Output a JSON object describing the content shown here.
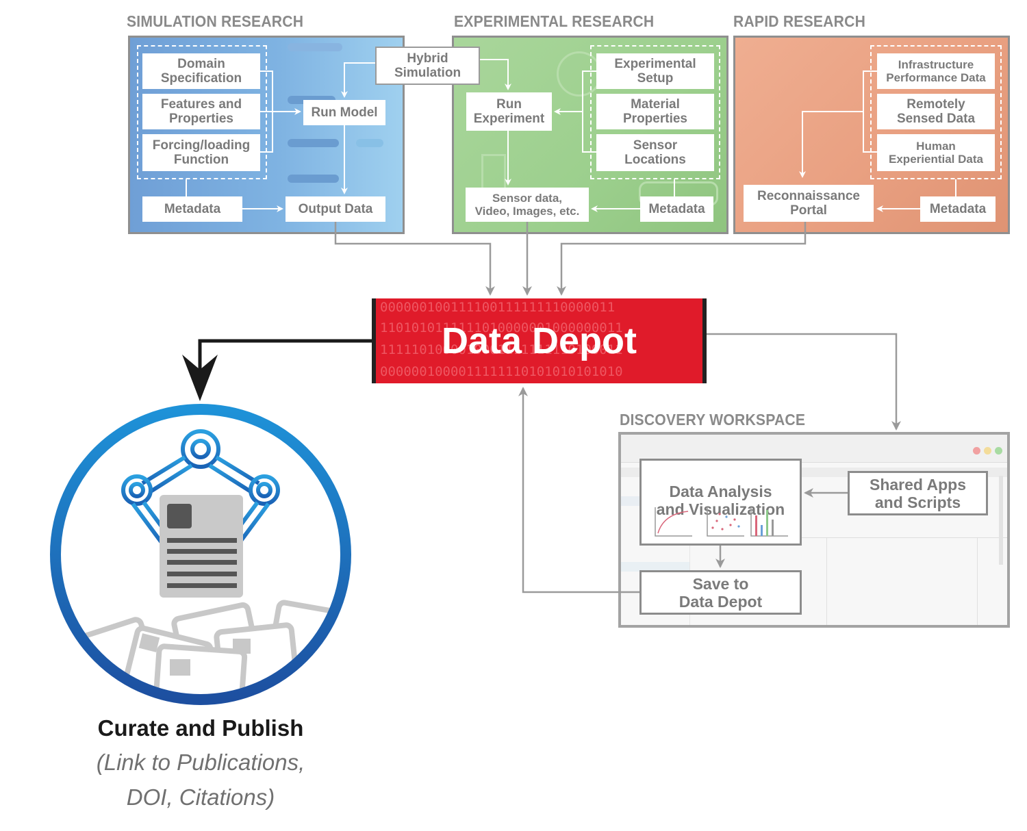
{
  "sections": {
    "simulation": {
      "title": "SIMULATION RESEARCH",
      "domain_spec": "Domain\nSpecification",
      "features": "Features and\nProperties",
      "forcing": "Forcing/loading\nFunction",
      "metadata": "Metadata",
      "run_model": "Run Model",
      "output_data": "Output Data"
    },
    "hybrid": "Hybrid\nSimulation",
    "experimental": {
      "title": "EXPERIMENTAL RESEARCH",
      "experimental_setup": "Experimental\nSetup",
      "material_properties": "Material\nProperties",
      "sensor_locations": "Sensor\nLocations",
      "run_experiment": "Run\nExperiment",
      "sensor_data": "Sensor data,\nVideo, Images, etc.",
      "metadata": "Metadata"
    },
    "rapid": {
      "title": "RAPID RESEARCH",
      "infrastructure": "Infrastructure\nPerformance Data",
      "remotely_sensed": "Remotely\nSensed Data",
      "human_experiential": "Human\nExperiential Data",
      "recon_portal": "Reconnaissance\nPortal",
      "metadata": "Metadata"
    }
  },
  "data_depot": {
    "label": "Data Depot",
    "binary_rows": [
      "000000100111100111111110000011",
      "1101010111111010000001000000011",
      "1111101000010001111111110100011",
      "0000001000011111110101010101010"
    ]
  },
  "workspace": {
    "title": "DISCOVERY WORKSPACE",
    "analysis": "Data Analysis\nand Visualization",
    "shared_apps": "Shared Apps\nand Scripts",
    "save": "Save to\nData Depot"
  },
  "curate": {
    "title": "Curate and Publish",
    "subtitle_line1": "(Link to Publications,",
    "subtitle_line2": "DOI, Citations)"
  },
  "colors": {
    "simulation_panel": "#7aa9d8",
    "experimental_panel": "#9fd08f",
    "rapid_panel": "#e9a081",
    "data_depot": "#e01b2a",
    "arrow_gray": "#9a9a9a",
    "curate_ring": "#1f86cf"
  }
}
